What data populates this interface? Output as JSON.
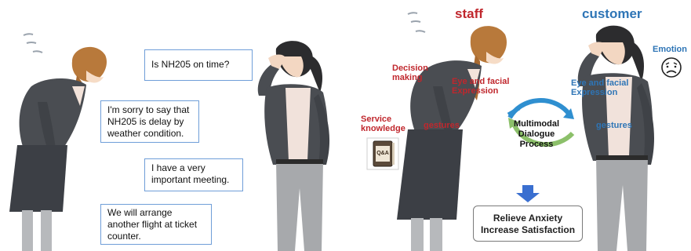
{
  "left": {
    "bubbles": [
      {
        "text": "Is NH205 on time?"
      },
      {
        "text": "I'm sorry to say that NH205 is delay by weather condition."
      },
      {
        "text": "I have a very important meeting."
      },
      {
        "text": "We will arrange another flight at ticket counter."
      }
    ]
  },
  "right": {
    "staff_title": "staff",
    "customer_title": "customer",
    "staff_labels": {
      "decision": "Decision making",
      "eye": "Eye and facial Expression",
      "service": "Service knowledge",
      "gestures": "gestures"
    },
    "customer_labels": {
      "eye": "Eye and facial Expression",
      "gestures": "gestures",
      "emotion": "Emotion"
    },
    "process": "Multimodal Dialogue Process",
    "book_label": "Q&A",
    "result_line1": "Relieve Anxiety",
    "result_line2": "Increase Satisfaction"
  },
  "colors": {
    "staff_red": "#c0272d",
    "customer_blue": "#2e75b6",
    "bubble_border": "#6f9ed8",
    "suit_gray": "#4a4d52",
    "skirt_dark": "#3c3f45",
    "pants_gray": "#a7a9ac",
    "cycle_blue": "#2f8fd0",
    "cycle_green": "#8cc06a",
    "arrow_blue": "#3a6fd0"
  }
}
